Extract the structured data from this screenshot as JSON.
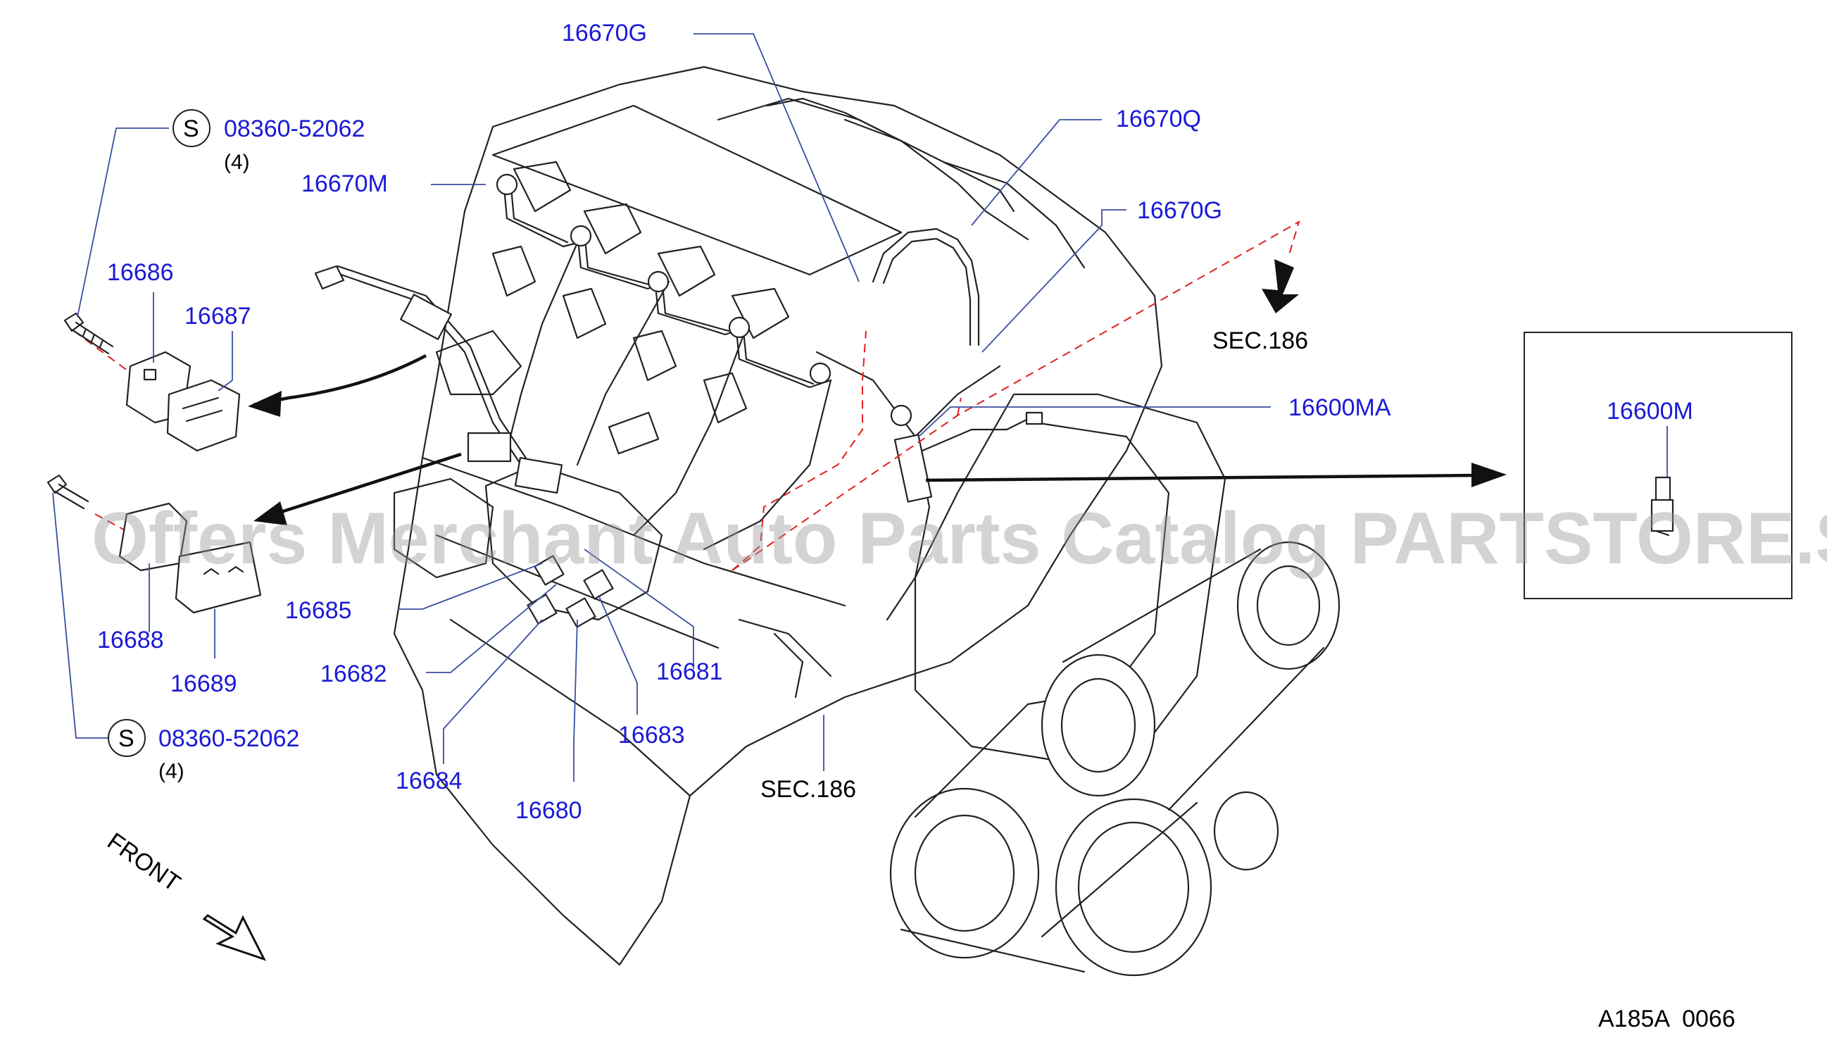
{
  "parts": {
    "p16670G_top": "16670G",
    "p16670Q": "16670Q",
    "p16670G_right": "16670G",
    "p16670M": "16670M",
    "s_code_top": "08360-52062",
    "s_qty_top": "(4)",
    "p16686": "16686",
    "p16687": "16687",
    "p16600MA": "16600MA",
    "p16600M": "16600M",
    "p16688": "16688",
    "p16689": "16689",
    "p16685": "16685",
    "p16682": "16682",
    "p16681": "16681",
    "p16683": "16683",
    "p16684": "16684",
    "p16680": "16680",
    "s_code_bottom": "08360-52062",
    "s_qty_bottom": "(4)"
  },
  "labels": {
    "s_symbol": "S",
    "sec_top": "SEC.186",
    "sec_bottom": "SEC.186",
    "front": "FRONT",
    "diagram_code": "A185A  0066"
  },
  "watermark": "Offers Merchant Auto Parts Catalog PARTSTORE.SA",
  "colors": {
    "part_number": "#1a1ad6",
    "leader": "#3a4fa0",
    "dashed_reference": "#e02020",
    "line_art": "#222222"
  }
}
